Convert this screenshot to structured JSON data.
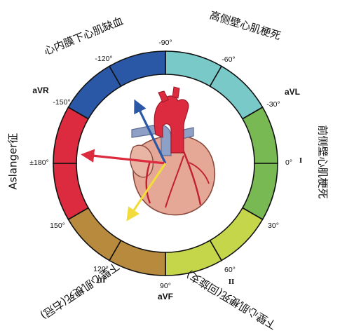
{
  "angles": {
    "a_m90": "-90°",
    "a_m60": "-60°",
    "a_m30": "-30°",
    "a_0": "0°",
    "a_30": "30°",
    "a_60": "60°",
    "a_90": "90°",
    "a_120": "120°",
    "a_150": "150°",
    "a_180": "±180°",
    "a_m150": "-150°",
    "a_m120": "-120°"
  },
  "leads": {
    "avr": "aVR",
    "avl": "aVL",
    "avf": "aVF",
    "i": "I",
    "ii": "II",
    "iii": "III"
  },
  "regions": {
    "high_lateral": "高侧壁心肌梗死",
    "anterolateral": "前侧壁心肌梗死",
    "inferior_circumflex": "下壁心肌梗死(回旋支)",
    "inferior_rca": "下壁心肌梗死(右冠)",
    "aslanger": "Aslanger征",
    "subendocardial": "心内膜下心肌缺血"
  },
  "colors": {
    "blue": "#2a57a6",
    "teal": "#79c9c9",
    "green": "#78b954",
    "lime": "#c6d64b",
    "brown": "#b88a3e",
    "red": "#dc2a3e",
    "arrow_blue": "#2a57a6",
    "arrow_red": "#dc2a3e",
    "arrow_yellow": "#f2dc3c"
  }
}
